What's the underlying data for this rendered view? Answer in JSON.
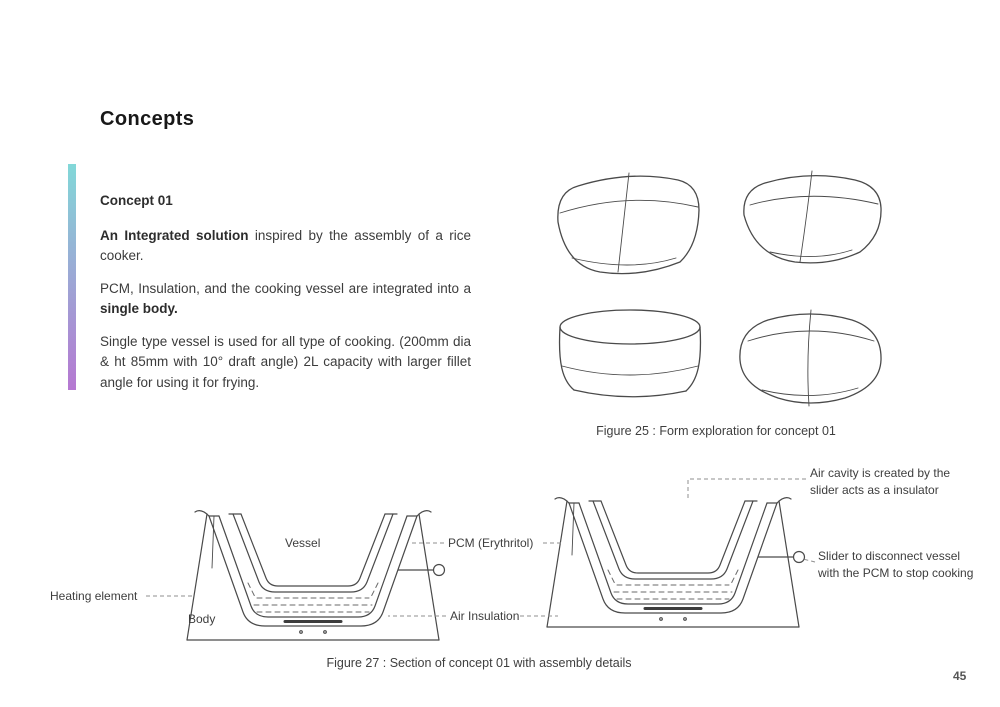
{
  "page": {
    "title": "Concepts",
    "number": "45"
  },
  "concept01": {
    "heading": "Concept 01",
    "para1": {
      "bold": "An Integrated solution",
      "rest": " inspired by the assembly of a rice cooker."
    },
    "para2": {
      "pre": "PCM, Insulation, and the cooking vessel are integrated into a ",
      "bold": "single body."
    },
    "para3": "Single type vessel is used for all type of cooking. (200mm dia & ht 85mm with 10° draft angle) 2L capacity with larger fillet angle for using it for frying."
  },
  "figure25": {
    "caption": "Figure 25 : Form exploration for concept 01"
  },
  "figure27": {
    "caption": "Figure 27 : Section of concept 01 with assembly details",
    "labels": {
      "vessel": "Vessel",
      "pcm": "PCM (Erythritol)",
      "heating_element": "Heating element",
      "body": "Body",
      "air_insulation": "Air Insulation",
      "air_cavity_note": "Air cavity is created by the slider acts as a insulator",
      "slider_note": "Slider to disconnect vessel with the PCM to stop cooking"
    }
  },
  "colors": {
    "accent_gradient_top": "#82d8d8",
    "accent_gradient_bottom": "#b678d2",
    "text": "#3c3c3c",
    "sketch_stroke": "#4a4a4a"
  }
}
